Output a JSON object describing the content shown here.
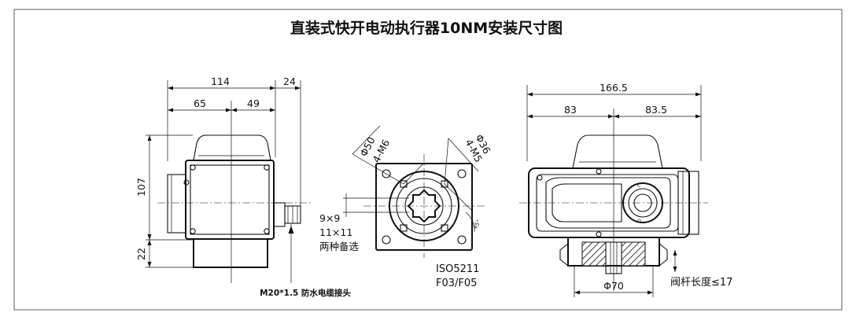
{
  "title": "直装式快开电动执行器10NM安装尺寸图",
  "left_view": {
    "dims": {
      "overall_width": "114",
      "gland_width": "24",
      "left_part": "65",
      "right_part": "49",
      "height": "107",
      "base_height": "22"
    },
    "callout": "M20*1.5 防水电缆接头"
  },
  "middle_view": {
    "bolt_pattern_1": {
      "diameter": "Φ50",
      "thread": "4-M6"
    },
    "bolt_pattern_2": {
      "diameter": "Φ36",
      "thread": "4-M5"
    },
    "square_note": "9×9",
    "square_note_2": "11×11",
    "square_note_3": "两种备选",
    "standard": "ISO5211",
    "flange": "F03/F05",
    "angle_marker": "45°"
  },
  "right_view": {
    "dims": {
      "overall_width": "166.5",
      "left_part": "83",
      "right_part": "83.5",
      "base_diameter": "Φ70"
    },
    "stem_note": "阀杆长度≤17"
  }
}
